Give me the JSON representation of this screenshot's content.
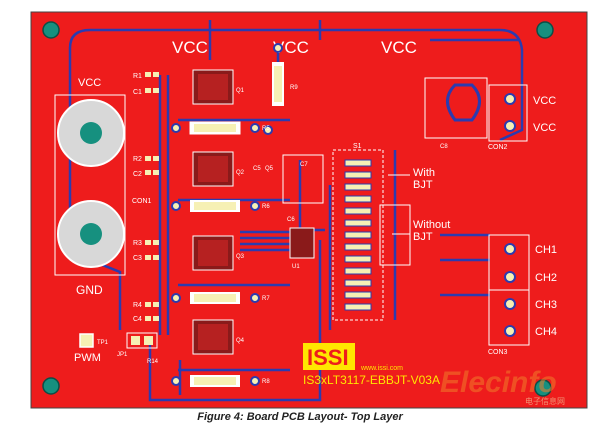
{
  "board": {
    "vcc_labels": [
      "VCC",
      "VCC",
      "VCC"
    ],
    "vcc_small": "VCC",
    "gnd_label": "GND",
    "pwm_label": "PWM",
    "with_bjt": [
      "With",
      "BJT"
    ],
    "without_bjt": [
      "Without",
      "BJT"
    ],
    "logo_text": "ISSI",
    "url_text": "www.issi.com",
    "board_id": "IS3xLT3117-EBBJT-V03A",
    "connectors": {
      "con1": "CON1",
      "con2": "CON2",
      "con3": "CON3",
      "vcc_pins": [
        "VCC",
        "VCC"
      ],
      "ch_pins": [
        "CH1",
        "CH2",
        "CH3",
        "CH4"
      ]
    },
    "refdes": {
      "r": [
        "R1",
        "R2",
        "R3",
        "R4"
      ],
      "c": [
        "C1",
        "C2",
        "C3",
        "C4"
      ],
      "q": [
        "Q1",
        "Q2",
        "Q3",
        "Q4"
      ],
      "r_side": [
        "R5",
        "R6",
        "R7",
        "R8"
      ],
      "r9": "R9",
      "c5": "C5",
      "c6": "C6",
      "c7": "C7",
      "q5": "Q5",
      "u1": "U1",
      "s1": "S1",
      "c8": "C8",
      "tp1": "TP1",
      "jp1": "JP1",
      "r14": "R14"
    }
  },
  "watermark": {
    "brand": "Elecinfo",
    "sub": "电子信息网"
  },
  "caption": "Figure 4: Board PCB Layout- Top Layer",
  "colors": {
    "board_red": "#ee1c1c",
    "trace_blue": "#2b3bb0",
    "silk_white": "#ffffff",
    "pad_cream": "#f6f0b4",
    "pad_teal": "#16907f",
    "logo_yellow": "#ffe600"
  }
}
